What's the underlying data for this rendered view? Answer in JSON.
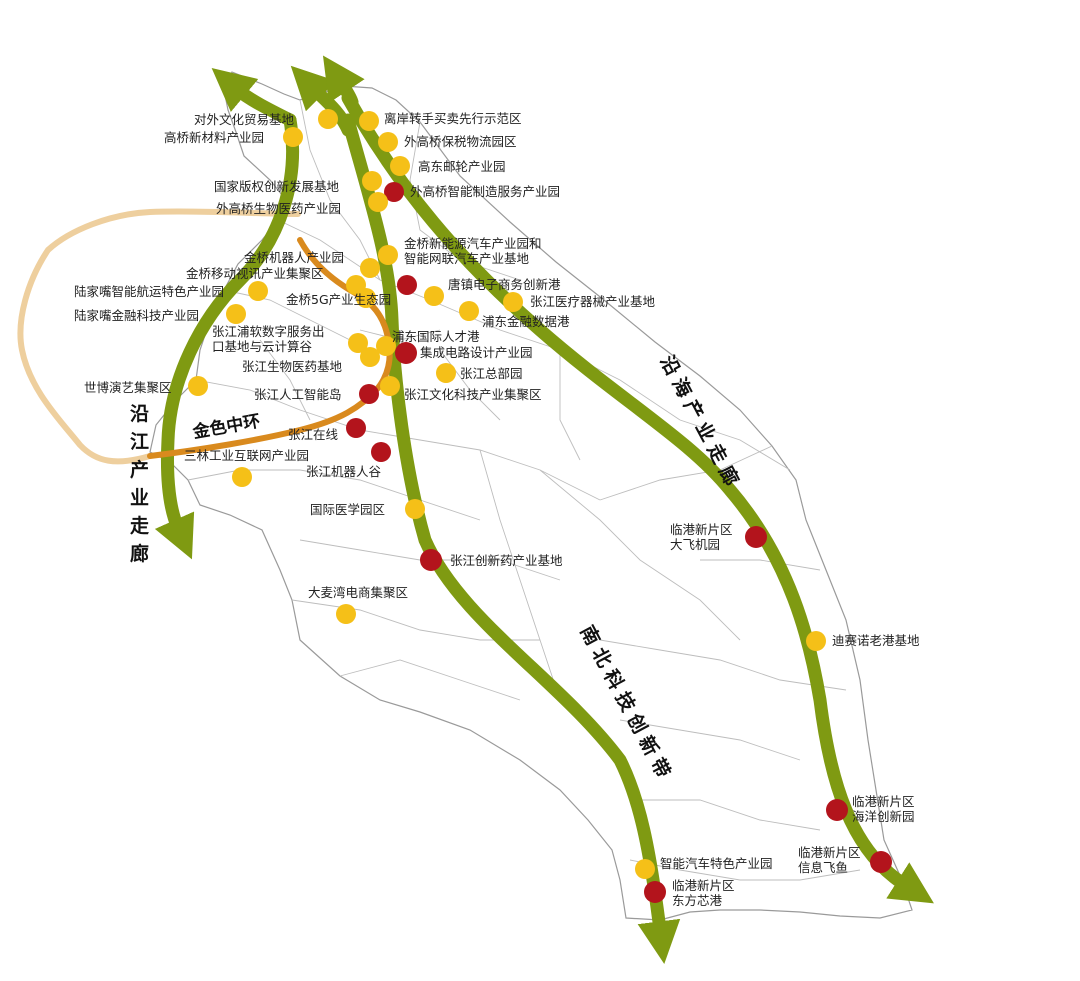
{
  "legend_colors": {
    "gold": "#F5C018",
    "red": "#B3141C",
    "corridor": "#7F9A12",
    "ring_gold": "#D98A1E",
    "pale_ring": "#EECF9E",
    "district_line": "#BDBDBD"
  },
  "corridors": {
    "yanjiang": "沿江产业走廊",
    "yanhai": "沿海产业走廊",
    "nanbei": "南北科技创新带",
    "jinse": "金色中环"
  },
  "parks": [
    {
      "id": "duiwai",
      "type": "gold",
      "label": "对外文化贸易基地"
    },
    {
      "id": "gaoqiao-xincailiao",
      "type": "gold",
      "label": "高桥新材料产业园"
    },
    {
      "id": "lian-zhuanshou",
      "type": "gold",
      "label": "离岸转手买卖先行示范区"
    },
    {
      "id": "wgq-baoshui",
      "type": "gold",
      "label": "外高桥保税物流园区"
    },
    {
      "id": "gaodong",
      "type": "gold",
      "label": "高东邮轮产业园"
    },
    {
      "id": "banquan",
      "type": "gold",
      "label": "国家版权创新发展基地"
    },
    {
      "id": "wgq-zhineng",
      "type": "red",
      "label": "外高桥智能制造服务产业园"
    },
    {
      "id": "wgq-shengwu",
      "type": "gold",
      "label": "外高桥生物医药产业园"
    },
    {
      "id": "jq-xinnengyuan",
      "type": "gold",
      "label": "金桥新能源汽车产业园和\n智能网联汽车产业基地"
    },
    {
      "id": "jq-jiqiren",
      "type": "gold",
      "label": "金桥机器人产业园"
    },
    {
      "id": "jq-yidong",
      "type": "gold",
      "label": "金桥移动视讯产业集聚区"
    },
    {
      "id": "ljz-hangyun",
      "type": "gold",
      "label": "陆家嘴智能航运特色产业园"
    },
    {
      "id": "jq-5g",
      "type": "gold",
      "label": "金桥5G产业生态园"
    },
    {
      "id": "tangzhen",
      "type": "red",
      "label": "唐镇电子商务创新港"
    },
    {
      "id": "zj-yiliao",
      "type": "gold",
      "label": "张江医疗器械产业基地"
    },
    {
      "id": "ljz-jinrong",
      "type": "gold",
      "label": "陆家嘴金融科技产业园"
    },
    {
      "id": "pd-jinrong",
      "type": "gold",
      "label": "浦东金融数据港"
    },
    {
      "id": "zj-puruan",
      "type": "gold",
      "label": "张江浦软数字服务出\n口基地与云计算谷"
    },
    {
      "id": "pd-rencai",
      "type": "gold",
      "label": "浦东国际人才港"
    },
    {
      "id": "jcdl",
      "type": "red",
      "label": "集成电路设计产业园"
    },
    {
      "id": "zj-shengwu",
      "type": "gold",
      "label": "张江生物医药基地"
    },
    {
      "id": "zj-zongbu",
      "type": "gold",
      "label": "张江总部园"
    },
    {
      "id": "shibo",
      "type": "gold",
      "label": "世博演艺集聚区"
    },
    {
      "id": "zj-rengong",
      "type": "red",
      "label": "张江人工智能岛"
    },
    {
      "id": "zj-wenhua",
      "type": "gold",
      "label": "张江文化科技产业集聚区"
    },
    {
      "id": "zj-zaixian",
      "type": "red",
      "label": "张江在线"
    },
    {
      "id": "sanlin",
      "type": "gold",
      "label": "三林工业互联网产业园"
    },
    {
      "id": "zj-jiqiren",
      "type": "red",
      "label": "张江机器人谷"
    },
    {
      "id": "guoji-yixue",
      "type": "gold",
      "label": "国际医学园区"
    },
    {
      "id": "zj-chuangxinyao",
      "type": "red",
      "label": "张江创新药产业基地"
    },
    {
      "id": "lg-dafei",
      "type": "red",
      "label": "临港新片区\n大飞机园"
    },
    {
      "id": "damaiwan",
      "type": "gold",
      "label": "大麦湾电商集聚区"
    },
    {
      "id": "disainuo",
      "type": "gold",
      "label": "迪赛诺老港基地"
    },
    {
      "id": "lg-haiyang",
      "type": "red",
      "label": "临港新片区\n海洋创新园"
    },
    {
      "id": "zhineng-qiche",
      "type": "gold",
      "label": "智能汽车特色产业园"
    },
    {
      "id": "lg-xinxi",
      "type": "red",
      "label": "临港新片区\n信息飞鱼"
    },
    {
      "id": "lg-dongfang",
      "type": "red",
      "label": "临港新片区\n东方芯港"
    }
  ]
}
